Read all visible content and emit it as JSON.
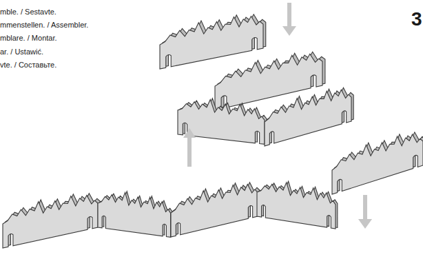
{
  "diagram": {
    "labels": [
      "mble. / Sestavte.",
      "mmenstellen. / Assembler.",
      "mblare. / Montar.",
      "ar. / Ustawić.",
      "vte. / Составьте.",
      "3"
    ]
  }
}
